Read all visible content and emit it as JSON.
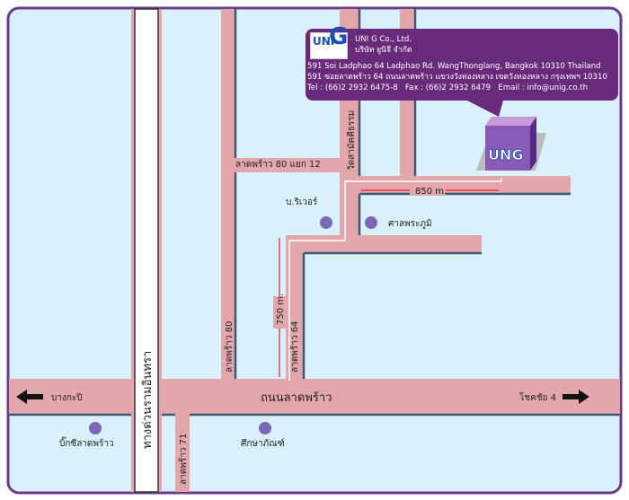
{
  "company": {
    "logo_text": "UNIG",
    "name_en": "UNI G Co., Ltd.",
    "name_th": "บริษัท ยูนิจี จำกัด",
    "address_en": "591 Soi Ladphao 64 Ladphao Rd. WangThonglang, Bangkok 10310 Thailand",
    "address_th": "591 ซอยลาดพร้าว 64 ถนนลาดพร้าว แขวงวังทองหลาง เขตวังทองหลาง กรุงเทพฯ 10310",
    "contact": "Tel : (66)2 2932 6475-8   Fax : (66)2 2932 6479   Email : info@unig.co.th"
  },
  "roads": {
    "expressway": "ทางด่วนรามอินทรา",
    "ladprao80": "ลาดพร้าว 80",
    "ladprao80_12": "ลาดพร้าว 80 แยก 12",
    "wat": "วัดสามัคคีธรรม",
    "ladprao64": "ลาดพร้าว 64",
    "ladprao71": "ลาดพร้าว 71",
    "main_road": "ถนนลาดพร้าว",
    "left_dir": "บางกะปิ",
    "right_dir": "โชคชัย 4"
  },
  "landmarks": {
    "river": "บ.ริเวอร์",
    "shrine": "ศาลพระภูมิ",
    "bigc": "บิ๊กซีลาดพร้าว",
    "suksapan": "ศึกษาภัณฑ์"
  },
  "distances": {
    "horizontal": "850 m.",
    "vertical": "750 m."
  },
  "colors": {
    "road": "#e3a7ab",
    "water": "#d9f1fb",
    "frame": "#6b3a8c",
    "info": "#6a2a7c",
    "marker": "#7b68b8"
  }
}
